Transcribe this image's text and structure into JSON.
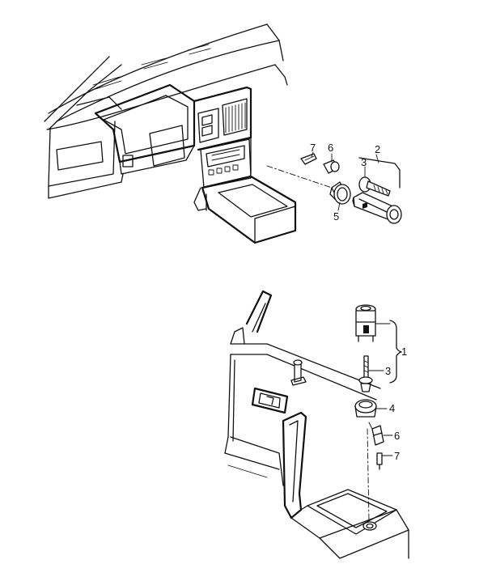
{
  "top_view": {
    "callouts": {
      "c7": "7",
      "c6": "6",
      "c2": "2",
      "c3": "3",
      "c5": "5"
    }
  },
  "bottom_view": {
    "callouts": {
      "c1": "1",
      "c3": "3",
      "c4": "4",
      "c6": "6",
      "c7": "7"
    }
  }
}
